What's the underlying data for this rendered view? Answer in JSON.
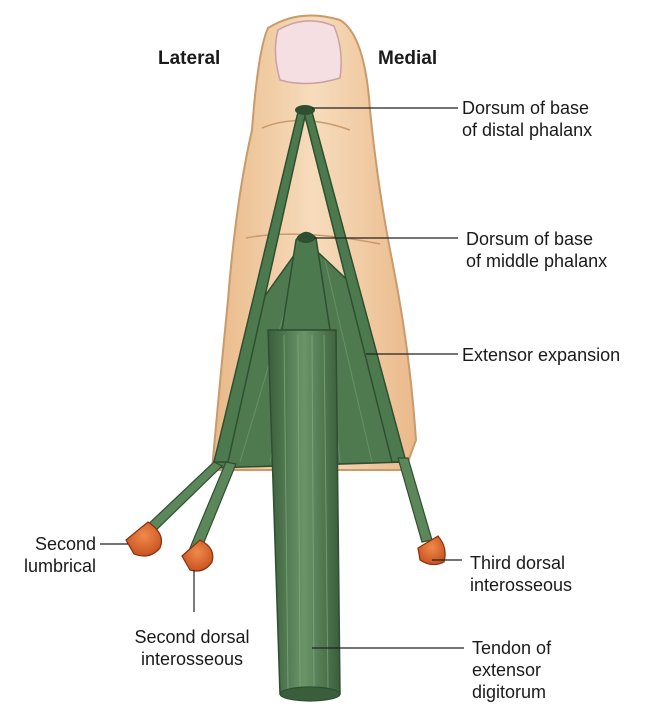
{
  "orientation": {
    "left": "Lateral",
    "right": "Medial"
  },
  "labels": {
    "distal_phalanx": [
      "Dorsum of base",
      "of distal phalanx"
    ],
    "middle_phalanx": [
      "Dorsum of base",
      "of middle phalanx"
    ],
    "extensor_expansion": "Extensor expansion",
    "third_dorsal_interosseous": [
      "Third dorsal",
      "interosseous"
    ],
    "tendon": [
      "Tendon of",
      "extensor",
      "digitorum"
    ],
    "second_lumbrical": [
      "Second",
      "lumbrical"
    ],
    "second_dorsal_interosseous": [
      "Second dorsal",
      "interosseous"
    ]
  },
  "colors": {
    "skin": "#f3cfa4",
    "skin_edge": "#c99a6c",
    "nail": "#f6dfe2",
    "tendon": "#4c7a4e",
    "tendon_dark": "#2e4f30",
    "muscle": "#e0632a"
  }
}
